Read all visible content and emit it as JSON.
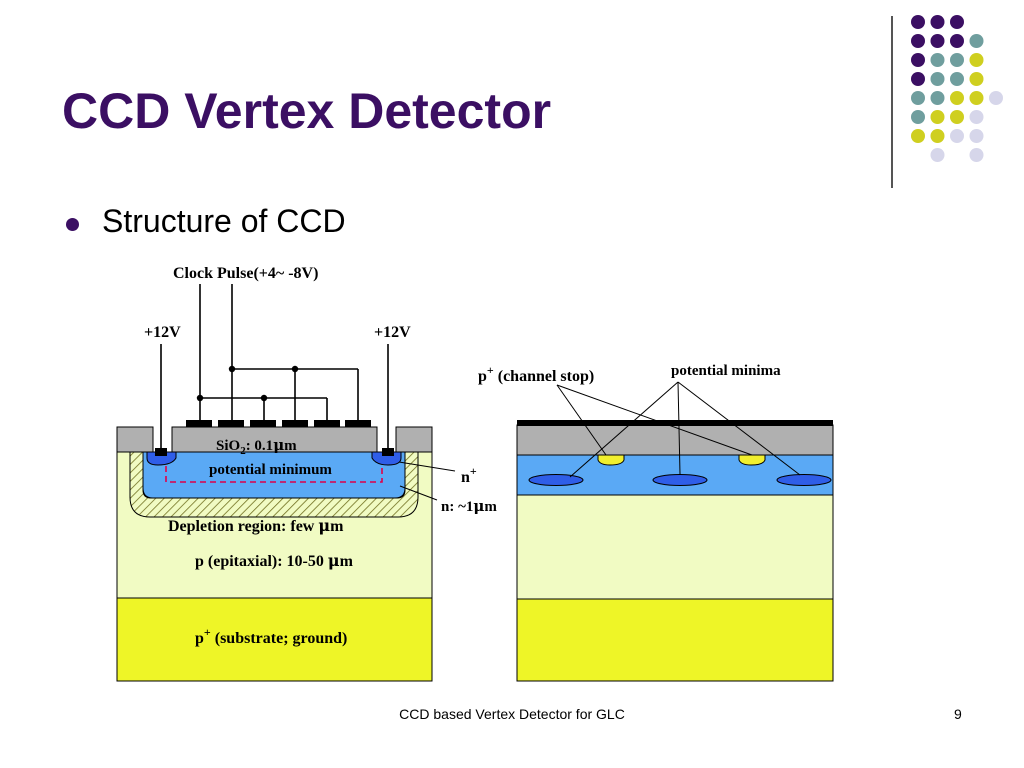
{
  "slide": {
    "title": "CCD Vertex Detector",
    "bullet": "Structure of CCD",
    "footer": "CCD based Vertex Detector for GLC",
    "page_number": "9"
  },
  "decor": {
    "dot_colors": {
      "purple": "#3b0f63",
      "teal": "#6f9e9e",
      "yellow": "#cfcf1f",
      "lavender": "#d6d6ea"
    }
  },
  "diagram": {
    "clock_pulse": "Clock Pulse(+4~ -8V)",
    "v12_left": "+12V",
    "v12_right": "+12V",
    "sio2_a": "SiO",
    "sio2_sub": "2",
    "sio2_b": ": 0.1",
    "mu1": "μ",
    "sio2_c": "m",
    "potential_minimum": "potential minimum",
    "n_plus_a": "n",
    "n_plus_sup": "+",
    "n_layer_a": "n: ~1",
    "mu2": "μ",
    "n_layer_b": "m",
    "depletion_a": "Depletion region: few ",
    "mu3": "μ",
    "depletion_b": "m",
    "epitaxial_a": "p (epitaxial): 10-50 ",
    "mu4": "μ",
    "epitaxial_b": "m",
    "substrate_a": "p",
    "substrate_sup": "+",
    "substrate_b": " (substrate; ground)",
    "channel_stop_a": "p",
    "channel_stop_sup": "+",
    "channel_stop_b": " (channel stop)",
    "potential_minima": "potential minima",
    "colors": {
      "oxide": "#b0b0b0",
      "n_layer": "#5aa9f5",
      "epitaxial": "#f1fbc3",
      "substrate": "#eef527",
      "implant": "#2f5ee8",
      "channel_stop": "#f1ef2e",
      "electrode": "#000000",
      "potential_line": "#e0004a",
      "depletion_hatch": "#d8d86a"
    }
  }
}
